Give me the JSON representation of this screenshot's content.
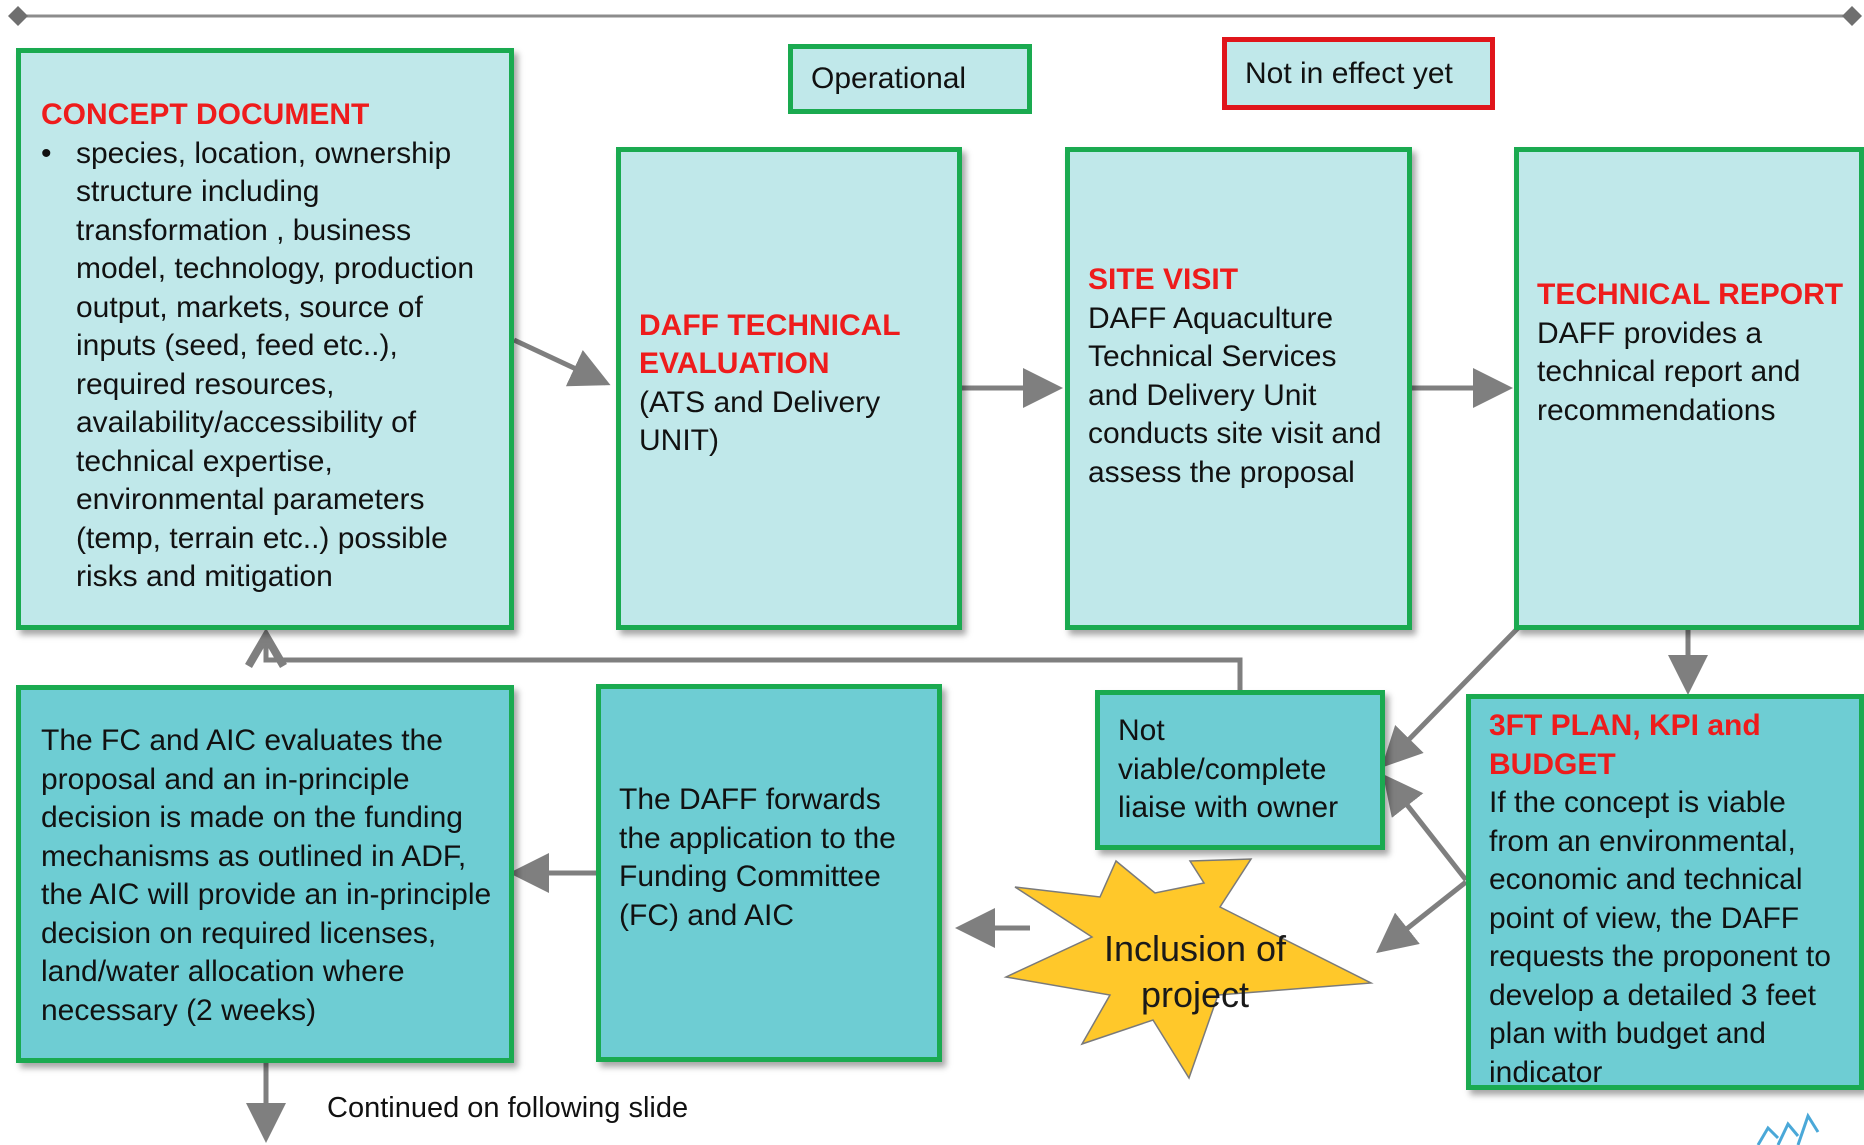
{
  "legend": {
    "operational": "Operational",
    "not_in_effect": "Not in effect yet"
  },
  "concept": {
    "title": "CONCEPT DOCUMENT",
    "bullet": "species, location, ownership structure including transformation , business model, technology, production output, markets, source of inputs (seed, feed etc..), required resources, availability/accessibility of technical expertise, environmental parameters (temp, terrain etc..) possible risks and mitigation"
  },
  "evaluation": {
    "title": "DAFF TECHNICAL EVALUATION",
    "body": "(ATS and Delivery UNIT)"
  },
  "site_visit": {
    "title": "SITE VISIT",
    "body": "DAFF Aquaculture Technical Services and Delivery Unit conducts site visit and assess the proposal"
  },
  "tech_report": {
    "title": "TECHNICAL REPORT",
    "body": "DAFF provides a technical report and recommendations"
  },
  "plan": {
    "title": "3FT PLAN, KPI and BUDGET",
    "body": "If the concept is viable from an environmental, economic and technical point of view, the DAFF requests the proponent to develop a detailed 3 feet plan with budget and indicator"
  },
  "not_viable": {
    "body": "Not viable/complete liaise with owner"
  },
  "inclusion": {
    "label": "Inclusion of project"
  },
  "forward": {
    "body": "The DAFF forwards the application to the Funding Committee (FC) and AIC"
  },
  "decision": {
    "body": "The FC and AIC evaluates the proposal and an in-principle decision is made on the funding mechanisms as outlined in ADF, the AIC will provide an in-principle decision on required licenses, land/water allocation where necessary (2 weeks)"
  },
  "footer": {
    "continued": "Continued on following slide"
  },
  "colors": {
    "border_green": "#1aaa50",
    "border_red": "#e0151b",
    "title_red": "#ee1c1c",
    "box_light": "#c0e8ea",
    "box_teal": "#6ecdd3",
    "connector": "#7f7f7f",
    "star_fill": "#ffc82a"
  }
}
